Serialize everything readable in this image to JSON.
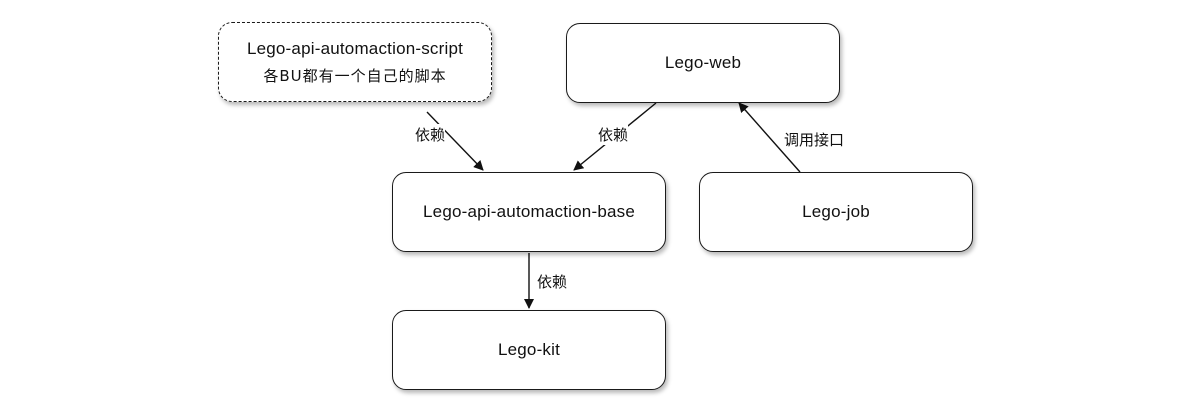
{
  "nodes": {
    "script": {
      "title": "Lego-api-automaction-script",
      "subtitle": "各BU都有一个自己的脚本"
    },
    "web": {
      "title": "Lego-web"
    },
    "base": {
      "title": "Lego-api-automaction-base"
    },
    "job": {
      "title": "Lego-job"
    },
    "kit": {
      "title": "Lego-kit"
    }
  },
  "edges": {
    "script_to_base": "依赖",
    "web_to_base": "依赖",
    "job_to_web": "调用接口",
    "base_to_kit": "依赖"
  }
}
